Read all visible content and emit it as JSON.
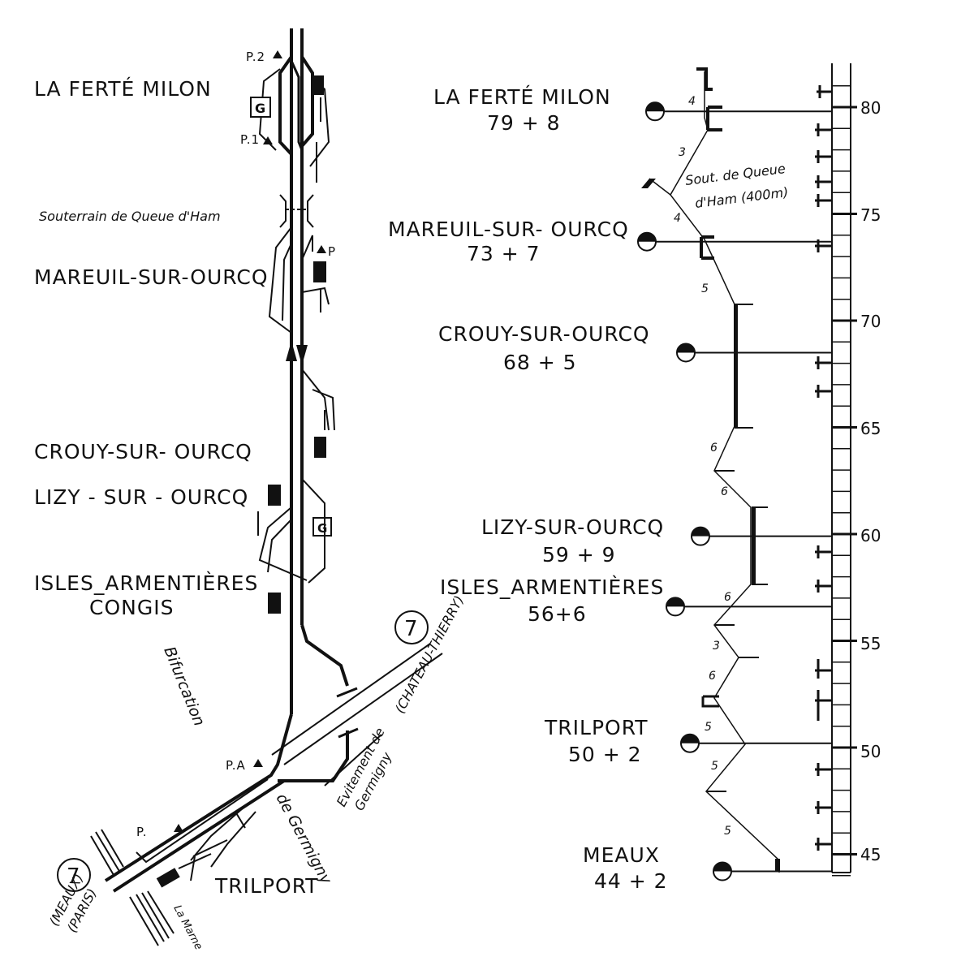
{
  "schematic": {
    "stations": [
      {
        "name": "LA FERTÉ MILON"
      },
      {
        "name": "MAREUIL-SUR-OURCQ"
      },
      {
        "name": "CROUY-SUR- OURCQ"
      },
      {
        "name": "LIZY - SUR - OURCQ"
      },
      {
        "name": "ISLES_ARMENTIÈRES",
        "line2": "CONGIS"
      },
      {
        "name": "TRILPORT"
      }
    ],
    "tunnel": "Souterrain de Queue d'Ham",
    "signals": {
      "p2": "P.2",
      "p1": "P.1",
      "p": "P",
      "pa": "P.A",
      "p_low": "P."
    },
    "g_boxes": [
      "G",
      "G"
    ],
    "bifurcation": "Bifurcation",
    "de_germigny": "de Germigny",
    "evitement_1": "Evitement de",
    "evitement_2": "Germigny",
    "chateau_thierry": "(CHATEAU-THIERRY)",
    "meaux": "(MEAUX)",
    "paris": "(PARIS)",
    "la_marne": "La Marne",
    "route_marker": "7"
  },
  "profile": {
    "stations": [
      {
        "name": "LA FERTÉ MILON",
        "pk": "79 + 8",
        "km": 79.8
      },
      {
        "name": "MAREUIL-SUR- OURCQ",
        "pk": "73  +  7",
        "km": 73.7
      },
      {
        "name": "CROUY-SUR-OURCQ",
        "pk": "68 + 5",
        "km": 68.5
      },
      {
        "name": "LIZY-SUR-OURCQ",
        "pk": "59 + 9",
        "km": 59.9
      },
      {
        "name": "ISLES_ARMENTIÈRES",
        "pk": "56+6",
        "km": 56.6
      },
      {
        "name": "TRILPORT",
        "pk": "50 + 2",
        "km": 50.2
      },
      {
        "name": "MEAUX",
        "pk": "44 + 2",
        "km": 44.2
      }
    ],
    "tunnel_1": "Sout. de Queue",
    "tunnel_2": "d'Ham (400m)",
    "gradients": [
      "4",
      "3",
      "4",
      "5",
      "6",
      "6",
      "6",
      "3",
      "6",
      "5",
      "5",
      "5"
    ],
    "scale": {
      "min": 44,
      "max": 81,
      "labels": [
        "80",
        "75",
        "70",
        "65",
        "60",
        "55",
        "50",
        "45"
      ]
    }
  }
}
